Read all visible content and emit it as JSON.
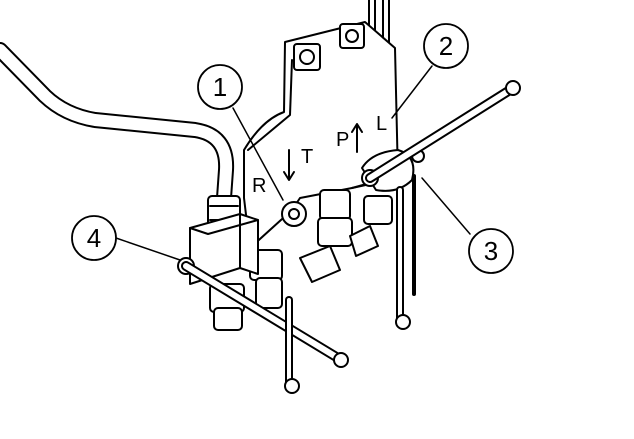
{
  "callouts": [
    {
      "number": "1"
    },
    {
      "number": "2"
    },
    {
      "number": "3"
    },
    {
      "number": "4"
    }
  ],
  "plate_letters": {
    "r": "R",
    "t": "T",
    "p": "P",
    "l": "L"
  },
  "colors": {
    "line": "#000000",
    "fill": "#ffffff",
    "shade": "#f2f2f2"
  }
}
